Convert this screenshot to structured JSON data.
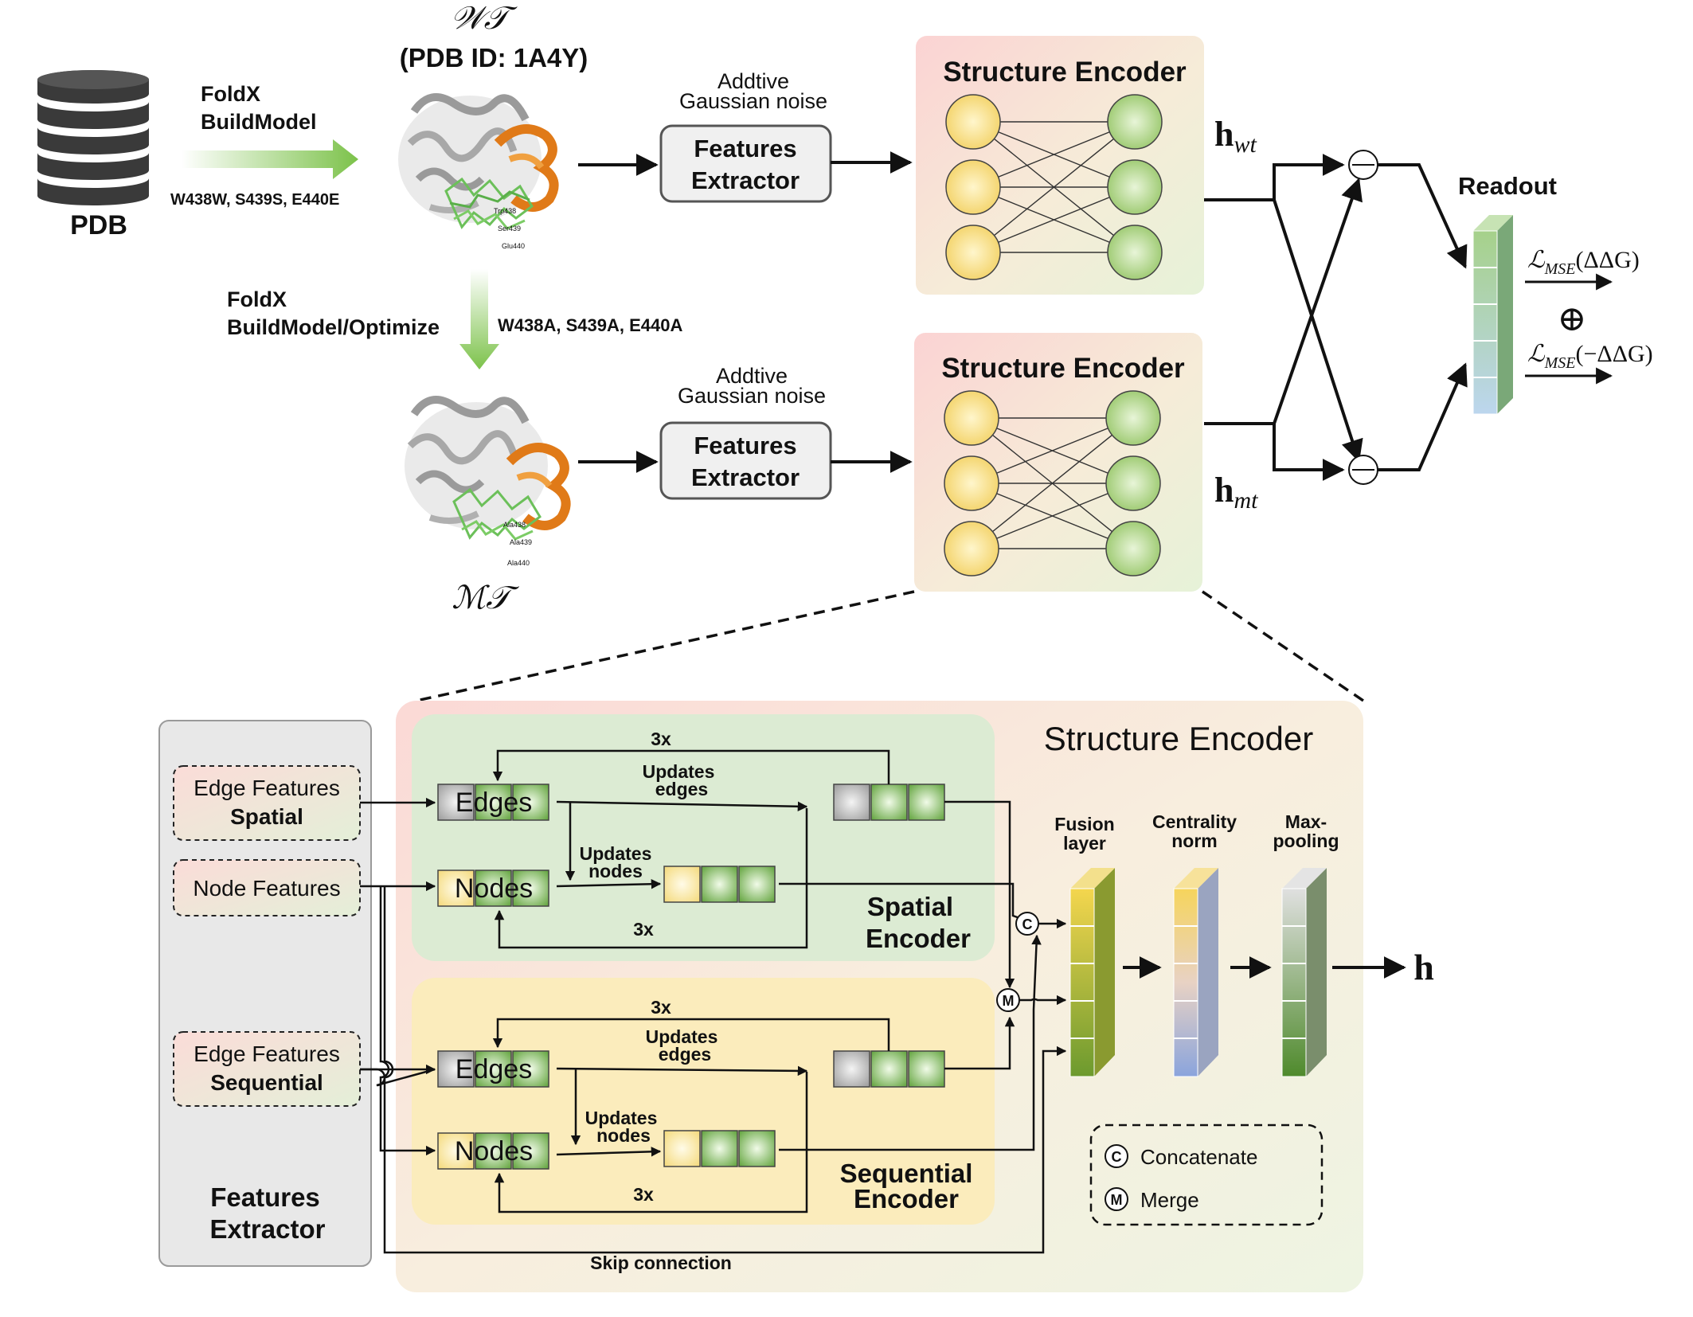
{
  "top": {
    "db_label": "PDB",
    "wt_symbol": "𝒲𝒯",
    "wt_pdb": "(PDB ID: 1A4Y)",
    "mt_symbol": "ℳ𝒯",
    "foldx_build_1": "FoldX",
    "foldx_build_2": "BuildModel",
    "wt_mutations": "W438W, S439S, E440E",
    "foldx_opt_1": "FoldX",
    "foldx_opt_2": "BuildModel/Optimize",
    "mt_mutations": "W438A, S439A, E440A",
    "wt_residues": [
      "Trp438",
      "Ser439",
      "Glu440"
    ],
    "mt_residues": [
      "Ala438",
      "Ala439",
      "Ala440"
    ],
    "noise_1": "Addtive",
    "noise_2": "Gaussian noise",
    "fe_1": "Features",
    "fe_2": "Extractor",
    "se_title": "Structure Encoder",
    "h_wt": "h",
    "h_wt_sub": "wt",
    "h_mt": "h",
    "h_mt_sub": "mt",
    "readout": "Readout",
    "loss_1": "ℒ",
    "loss_1_sub": "MSE",
    "loss_1_arg": "(ΔΔG)",
    "loss_2": "ℒ",
    "loss_2_sub": "MSE",
    "loss_2_arg": "(−ΔΔG)",
    "oplus": "⊕"
  },
  "detail": {
    "se_title": "Structure Encoder",
    "edge_spatial_1": "Edge Features",
    "edge_spatial_2": "Spatial",
    "node_features": "Node Features",
    "edge_seq_1": "Edge Features",
    "edge_seq_2": "Sequential",
    "fe_1": "Features",
    "fe_2": "Extractor",
    "edges": "Edges",
    "nodes": "Nodes",
    "loop": "3x",
    "upd_edges_1": "Updates",
    "upd_edges_2": "edges",
    "upd_nodes_1": "Updates",
    "upd_nodes_2": "nodes",
    "spatial_1": "Spatial",
    "spatial_2": "Encoder",
    "sequential_1": "Sequential",
    "sequential_2": "Encoder",
    "fusion_1": "Fusion",
    "fusion_2": "layer",
    "cent_1": "Centrality",
    "cent_2": "norm",
    "maxp_1": "Max-",
    "maxp_2": "pooling",
    "out_h": "h",
    "skip": "Skip connection",
    "c_sym": "C",
    "m_sym": "M",
    "legend_c": "Concatenate",
    "legend_m": "Merge"
  },
  "colors": {
    "node_yellow": "#f2d060",
    "node_green": "#a9d27a",
    "arrow_green": "#7cc24a",
    "spatial_bg": "#dcebd3",
    "sequential_bg": "#fbecbc"
  }
}
